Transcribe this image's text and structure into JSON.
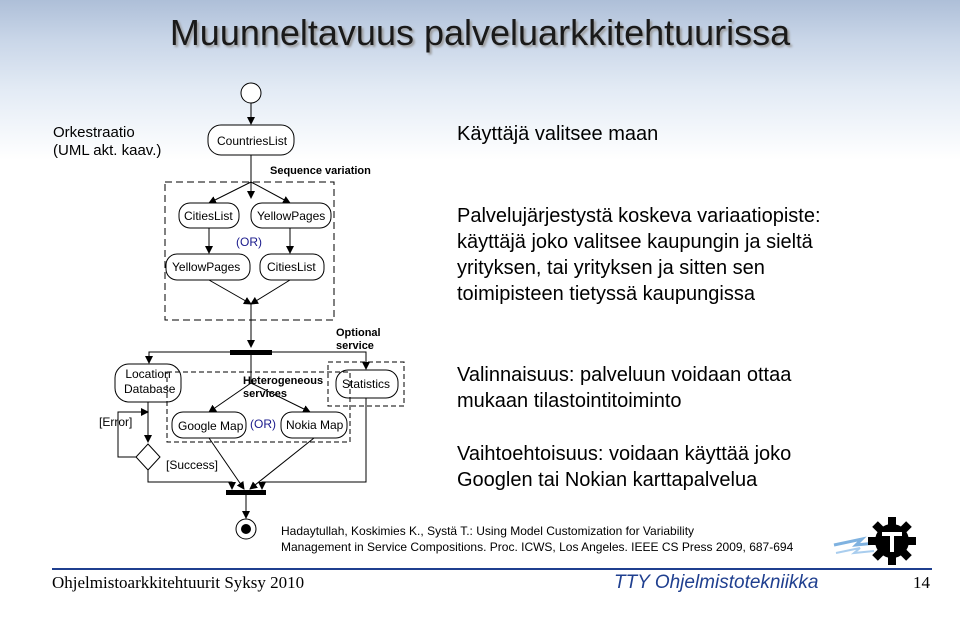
{
  "slide": {
    "title": "Muunneltavuus palveluarkkitehtuurissa",
    "caption_line1": "Orkestraatio",
    "caption_line2": "(UML akt. kaav.)"
  },
  "diagram": {
    "countries_list": "CountriesList",
    "sequence_variation": "Sequence variation",
    "cities_list_top": "CitiesList",
    "yellow_pages_top": "YellowPages",
    "or_upper": "(OR)",
    "yellow_pages_bottom": "YellowPages",
    "cities_list_bottom": "CitiesList",
    "optional_service_1": "Optional",
    "optional_service_2": "service",
    "location_db_1": "Location",
    "location_db_2": "Database",
    "heterogeneous_1": "Heterogeneous",
    "heterogeneous_2": "services",
    "statistics": "Statistics",
    "error_guard": "[Error]",
    "google_map": "Google Map",
    "or_lower": "(OR)",
    "nokia_map": "Nokia Map",
    "success_guard": "[Success]"
  },
  "text_blocks": {
    "p1": "Käyttäjä valitsee maan",
    "p2_l1": "Palvelujärjestystä koskeva variaatiopiste:",
    "p2_l2": "käyttäjä joko valitsee kaupungin ja sieltä",
    "p2_l3": "yrityksen, tai yrityksen ja sitten sen",
    "p2_l4": "toimipisteen tietyssä kaupungissa",
    "p3_l1": "Valinnaisuus: palveluun voidaan ottaa",
    "p3_l2": "mukaan tilastointitoiminto",
    "p4_l1": "Vaihtoehtoisuus: voidaan käyttää joko",
    "p4_l2": "Googlen tai Nokian karttapalvelua"
  },
  "reference": {
    "line1": "Hadaytullah, Koskimies K., Systä T.: Using Model Customization for Variability",
    "line2": "Management in Service Compositions. Proc. ICWS, Los Angeles. IEEE CS Press 2009, 687-694"
  },
  "footer": {
    "course": "Ohjelmistoarkkitehtuurit Syksy 2010",
    "unit": "TTY Ohjelmistotekniikka",
    "page": "14"
  },
  "colors": {
    "footer_blue": "#1f3f8f",
    "or_blue": "#1a1a8c"
  },
  "icons": [
    "gear-logo-icon",
    "lightning-icon"
  ]
}
